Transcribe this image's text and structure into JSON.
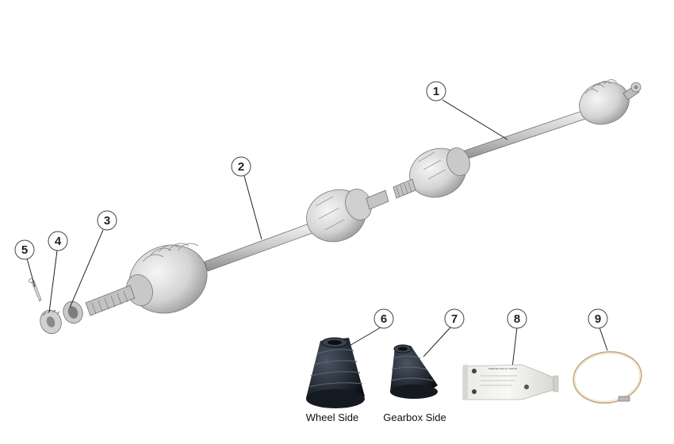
{
  "callouts": [
    {
      "num": "1"
    },
    {
      "num": "2"
    },
    {
      "num": "3"
    },
    {
      "num": "4"
    },
    {
      "num": "5"
    },
    {
      "num": "6"
    },
    {
      "num": "7"
    },
    {
      "num": "8"
    },
    {
      "num": "9"
    }
  ],
  "captions": {
    "wheel_side": "Wheel Side",
    "gearbox_side": "Gearbox Side"
  },
  "grease_label": "GREASE FOR CV JOINTS"
}
